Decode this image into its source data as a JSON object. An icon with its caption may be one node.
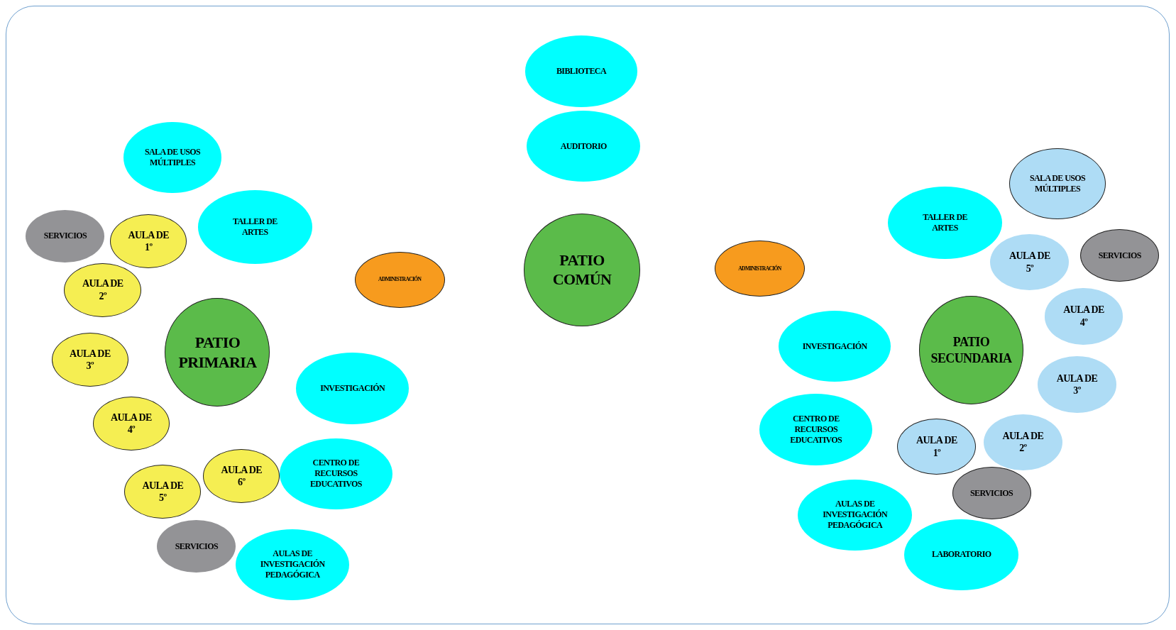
{
  "diagram": {
    "nodes": [
      {
        "text": [
          "BIBLIOTECA"
        ]
      },
      {
        "text": [
          "AUDITORIO"
        ]
      },
      {
        "text": [
          "PATIO COMÚN"
        ]
      },
      {
        "text": [
          "SALA DE USOS MÚLTIPLES"
        ]
      },
      {
        "text": [
          "SERVICIOS"
        ]
      },
      {
        "text": [
          "AULA DE 1º"
        ]
      },
      {
        "text": [
          "TALLER DE ARTES"
        ]
      },
      {
        "text": [
          "AULA DE 2º"
        ]
      },
      {
        "text": [
          "ADMINISTRACIÓN"
        ]
      },
      {
        "text": [
          "PATIO PRIMARIA"
        ]
      },
      {
        "text": [
          "AULA DE 3º"
        ]
      },
      {
        "text": [
          "INVESTIGACIÓN"
        ]
      },
      {
        "text": [
          "AULA DE 4º"
        ]
      },
      {
        "text": [
          "AULA DE 6º"
        ]
      },
      {
        "text": [
          "CENTRO DE RECURSOS EDUCATIVOS"
        ]
      },
      {
        "text": [
          "AULA DE 5º"
        ]
      },
      {
        "text": [
          "SERVICIOS"
        ]
      },
      {
        "text": [
          "AULAS DE INVESTIGACIÓN PEDAGÓGICA"
        ]
      },
      {
        "text": [
          "SALA DE USOS MÚLTIPLES"
        ]
      },
      {
        "text": [
          "TALLER DE ARTES"
        ]
      },
      {
        "text": [
          "ADMINISTRACIÓN"
        ]
      },
      {
        "text": [
          "AULA DE 5º"
        ]
      },
      {
        "text": [
          "SERVICIOS"
        ]
      },
      {
        "text": [
          "AULA DE 4º"
        ]
      },
      {
        "text": [
          "INVESTIGACIÓN"
        ]
      },
      {
        "text": [
          "PATIO SECUNDARIA"
        ]
      },
      {
        "text": [
          "AULA DE 3º"
        ]
      },
      {
        "text": [
          "CENTRO DE RECURSOS EDUCATIVOS"
        ]
      },
      {
        "text": [
          "AULA DE 1º"
        ]
      },
      {
        "text": [
          "AULA DE 2º"
        ]
      },
      {
        "text": [
          "SERVICIOS"
        ]
      },
      {
        "text": [
          "AULAS DE INVESTIGACIÓN PEDAGÓGICA"
        ]
      },
      {
        "text": [
          "LABORATORIO"
        ]
      }
    ]
  }
}
